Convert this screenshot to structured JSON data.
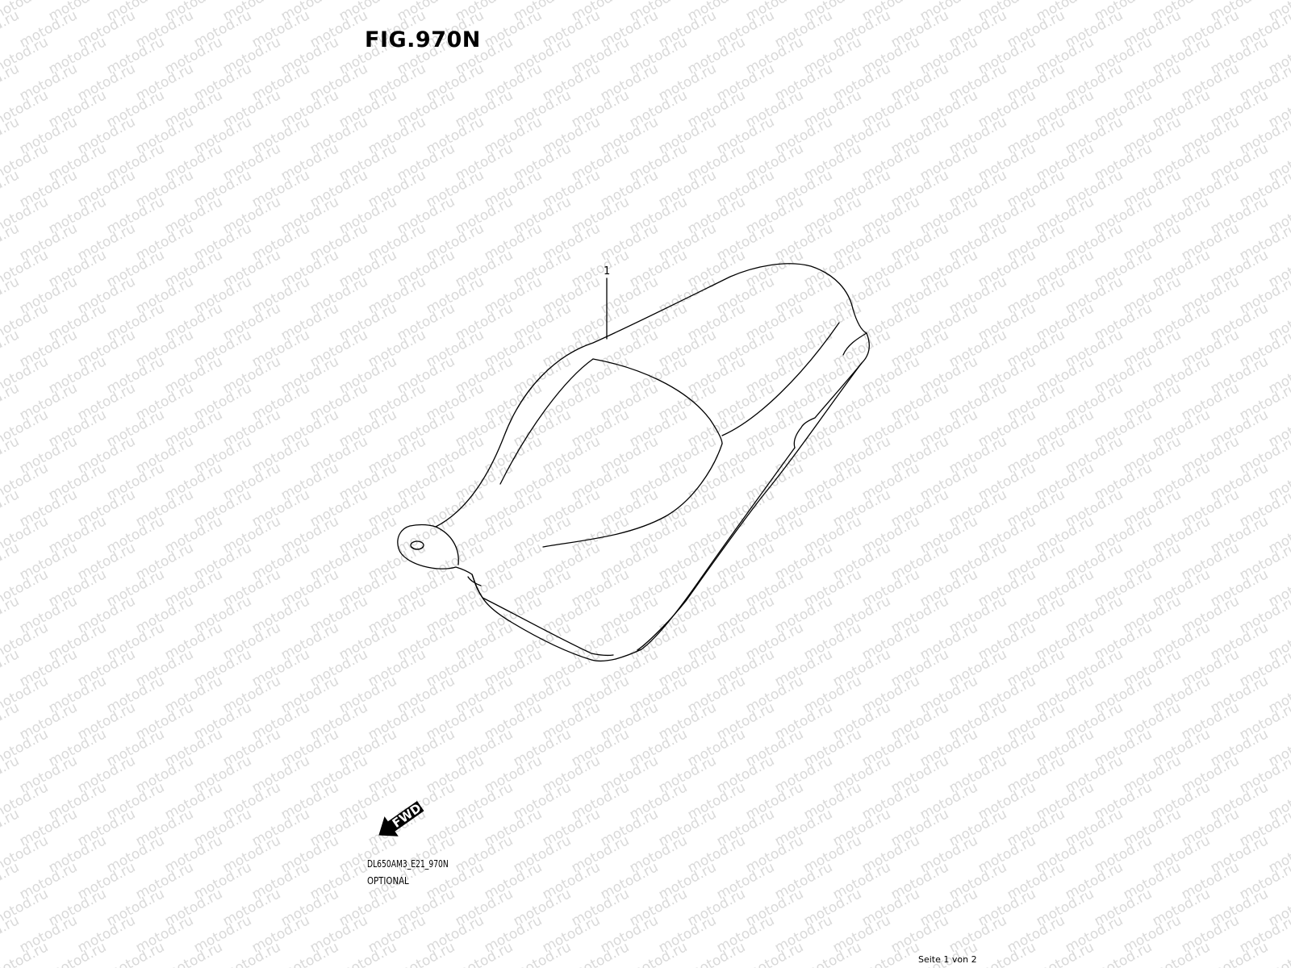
{
  "figure": {
    "title": "FIG.970N",
    "watermark": "motod.ru"
  },
  "parts": [
    {
      "number": "1",
      "name": "seat"
    }
  ],
  "direction_indicator": {
    "label": "FWD"
  },
  "footer": {
    "diagram_code": "DL650AM3_E21_970N",
    "note": "OPTIONAL",
    "page": "Seite 1 von 2"
  },
  "colors": {
    "line": "#000000",
    "watermark": "#d9d9d9",
    "background": "#ffffff"
  }
}
